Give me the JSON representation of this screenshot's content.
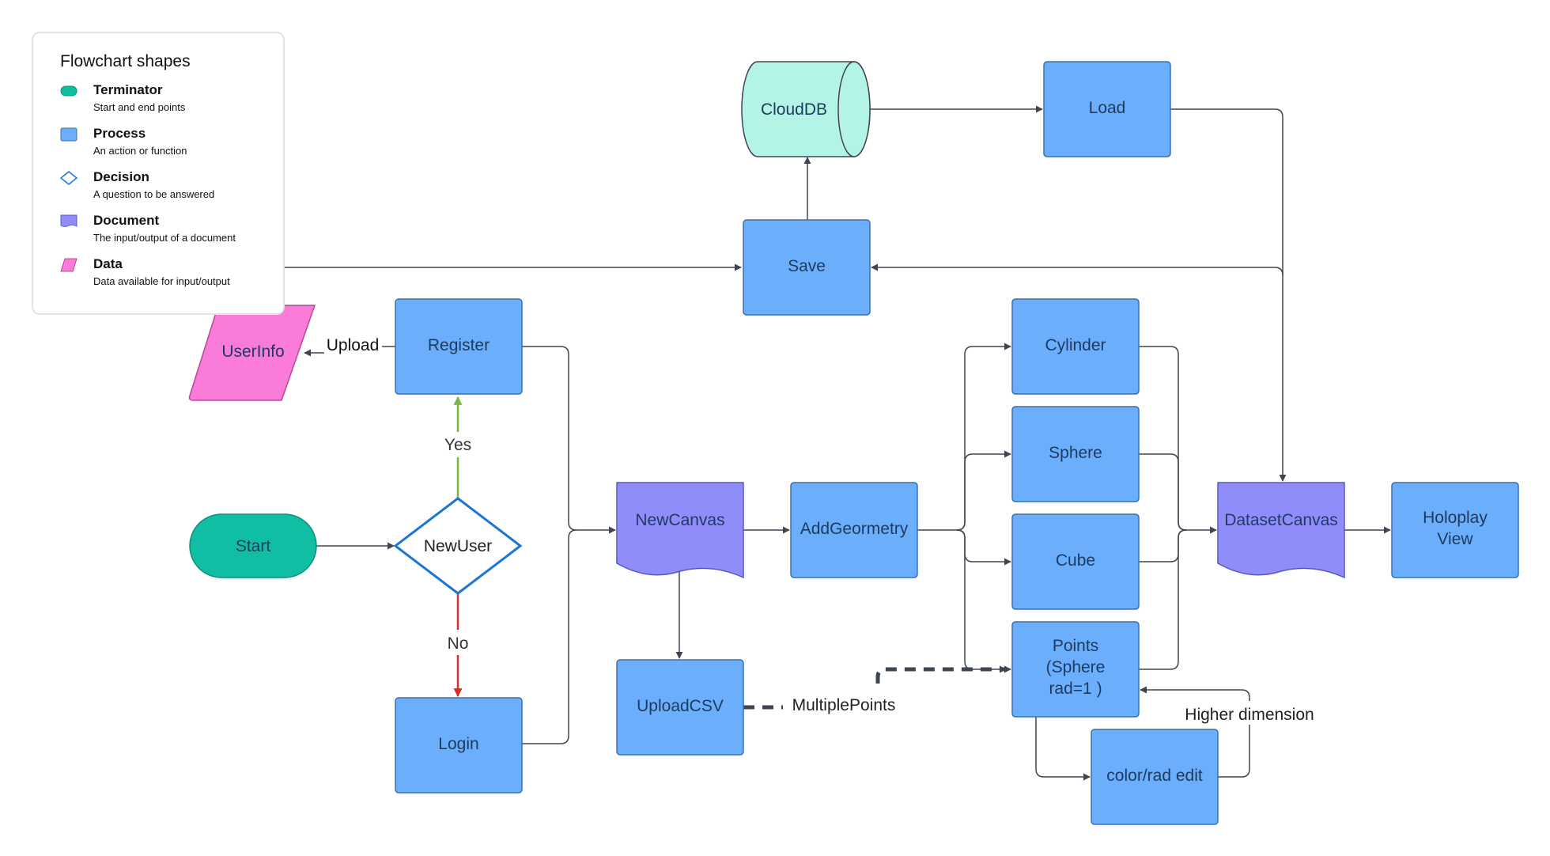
{
  "legend": {
    "title": "Flowchart shapes",
    "items": [
      {
        "name": "Terminator",
        "desc": "Start and end points",
        "color": "#10bfa3",
        "shape": "terminator"
      },
      {
        "name": "Process",
        "desc": "An action or function",
        "color": "#6aaefc",
        "shape": "process"
      },
      {
        "name": "Decision",
        "desc": "A question to be answered",
        "color": "#1976d2",
        "shape": "decision"
      },
      {
        "name": "Document",
        "desc": "The input/output of a document",
        "color": "#8f8dfa",
        "shape": "document"
      },
      {
        "name": "Data",
        "desc": "Data available for input/output",
        "color": "#fb7bd9",
        "shape": "data"
      }
    ]
  },
  "colors": {
    "process": "#6aaefc",
    "terminator": "#10bfa3",
    "document": "#8f8dfa",
    "data": "#fb7bd9",
    "database": "#b3f4e6",
    "decision": "#1976d2",
    "yes_arrow": "#77b944",
    "no_arrow": "#d32f2f",
    "connector": "#3f4550"
  },
  "nodes": {
    "start": "Start",
    "new_user": "NewUser",
    "register": "Register",
    "login": "Login",
    "user_info": "UserInfo",
    "save": "Save",
    "cloud_db": "CloudDB",
    "load": "Load",
    "new_canvas": "NewCanvas",
    "add_geometry": "AddGeormetry",
    "upload_csv": "UploadCSV",
    "cylinder": "Cylinder",
    "sphere": "Sphere",
    "cube": "Cube",
    "points": [
      "Points",
      "(Sphere",
      "rad=1 )"
    ],
    "color_rad_edit": "color/rad edit",
    "dataset_canvas": "DatasetCanvas",
    "holoplay_view": [
      "Holoplay",
      "View"
    ]
  },
  "edge_labels": {
    "upload": "Upload",
    "yes": "Yes",
    "no": "No",
    "multiple_points": "MultiplePoints",
    "higher_dimension": "Higher dimension"
  }
}
